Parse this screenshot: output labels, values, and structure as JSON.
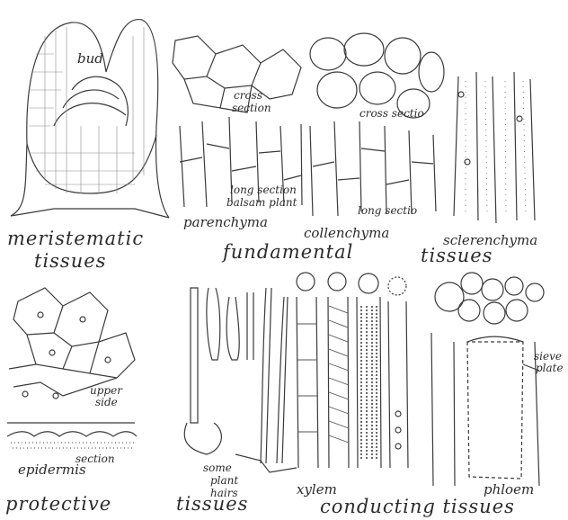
{
  "meristematic": {
    "bud": "bud",
    "title_line1": "meristematic",
    "title_line2": "tissues"
  },
  "fundamental": {
    "parenchyma_cross_line1": "cross",
    "parenchyma_cross_line2": "section",
    "parenchyma_long_line1": "long section",
    "parenchyma_long_line2": "balsam plant",
    "parenchyma": "parenchyma",
    "collenchyma_cross": "cross sectio",
    "collenchyma_long": "long sectio",
    "collenchyma": "collenchyma",
    "sclerenchyma": "sclerenchyma",
    "title_word1": "fundamental",
    "title_word2": "tissues"
  },
  "protective": {
    "upper_line1": "upper",
    "upper_line2": "side",
    "section": "section",
    "epidermis": "epidermis",
    "title_word1": "protective",
    "hairs_line1": "some",
    "hairs_line2": "plant",
    "hairs_line3": "hairs",
    "title_word2": "tissues"
  },
  "conducting": {
    "xylem": "xylem",
    "phloem": "phloem",
    "sieve_line1": "sieve",
    "sieve_line2": "plate",
    "title": "conducting tissues"
  }
}
